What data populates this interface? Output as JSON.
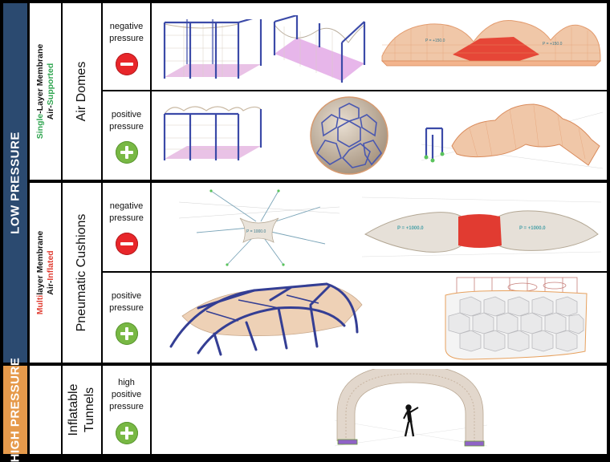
{
  "sections": {
    "low_pressure": {
      "label": "LOW PRESSURE"
    },
    "high_pressure": {
      "label": "HIGH PRESSURE"
    }
  },
  "membranes": {
    "single": {
      "prefix": "Single",
      "suffix": "-Layer Membrane",
      "air": "Air-",
      "mode": "Supported"
    },
    "multi": {
      "prefix": "Multi",
      "suffix": "layer Membrane",
      "air": "Air-",
      "mode": "Inflated"
    }
  },
  "categories": {
    "air_domes": "Air Domes",
    "pneumatic_cushions": "Pneumatic Cushions",
    "inflatable_tunnels": "Inflatable Tunnels"
  },
  "pressure": {
    "domes_negative": [
      "negative",
      "pressure"
    ],
    "domes_positive": [
      "positive",
      "pressure"
    ],
    "cushions_negative": [
      "negative",
      "pressure"
    ],
    "cushions_positive": [
      "positive",
      "pressure"
    ],
    "tunnels_high": [
      "high",
      "positive",
      "pressure"
    ]
  },
  "annotations": {
    "cushion_left": "P = 1000.0",
    "cushion_right_a": "P = +1000.0",
    "cushion_right_b": "P = +1000.0",
    "dome_tag_a": "P = +150.0",
    "dome_tag_b": "P = +150.0"
  },
  "colors": {
    "side_blue": "#2b4a70",
    "side_orange": "#e69a4b",
    "single_green": "#2ea44f",
    "multi_red": "#e03c31",
    "negative_red": "#e8262a",
    "positive_green": "#78b844",
    "frame_blue": "#3b4aa8",
    "membrane_tan": "#e8b48a"
  },
  "icons": [
    "minus-icon",
    "plus-icon"
  ]
}
